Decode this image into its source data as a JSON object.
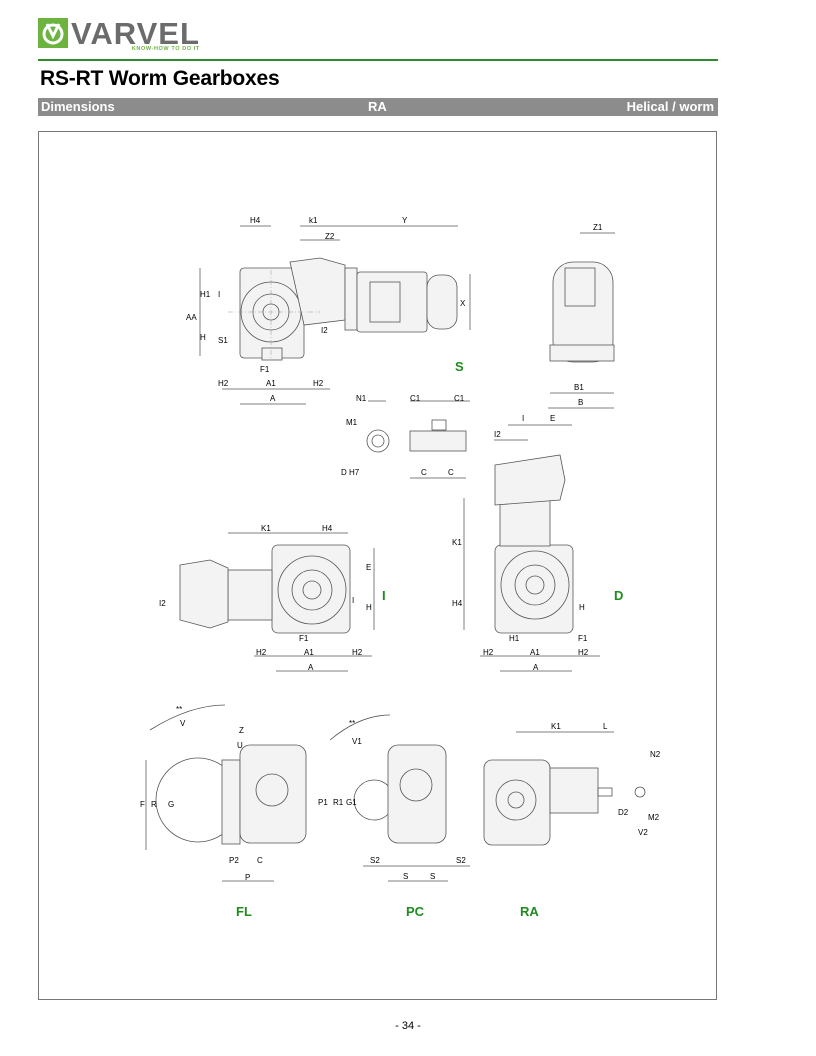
{
  "brand": {
    "name": "VARVEL",
    "tagline": "KNOW-HOW TO DO IT",
    "registered": "®",
    "color": "#6db33f"
  },
  "title": "RS-RT Worm Gearboxes",
  "header_bar": {
    "left": "Dimensions",
    "center": "RA",
    "right": "Helical / worm",
    "color": "#8c8c8c"
  },
  "views": {
    "S": "S",
    "I": "I",
    "D": "D",
    "FL": "FL",
    "PC": "PC",
    "RA": "RA"
  },
  "page_number": "- 34 -",
  "dims": {
    "H4": "H4",
    "k1": "k1",
    "Y": "Y",
    "Z2": "Z2",
    "Z1": "Z1",
    "AA": "AA",
    "H1": "H1",
    "I": "I",
    "H": "H",
    "S1": "S1",
    "I2": "I2",
    "X": "X",
    "F1": "F1",
    "H2": "H2",
    "A1": "A1",
    "A": "A",
    "B1": "B1",
    "B": "B",
    "N1": "N1",
    "C1": "C1",
    "M1": "M1",
    "DH7": "D H7",
    "C": "C",
    "E": "E",
    "K1": "K1",
    "star": "**",
    "V": "V",
    "Z": "Z",
    "U": "U",
    "F": "F",
    "R": "R",
    "G": "G",
    "P2": "P2",
    "P": "P",
    "V1": "V1",
    "P1": "P1",
    "R1": "R1",
    "G1": "G1",
    "S2": "S2",
    "S": "S",
    "L": "L",
    "N2": "N2",
    "D2": "D2",
    "M2": "M2",
    "V2": "V2"
  }
}
